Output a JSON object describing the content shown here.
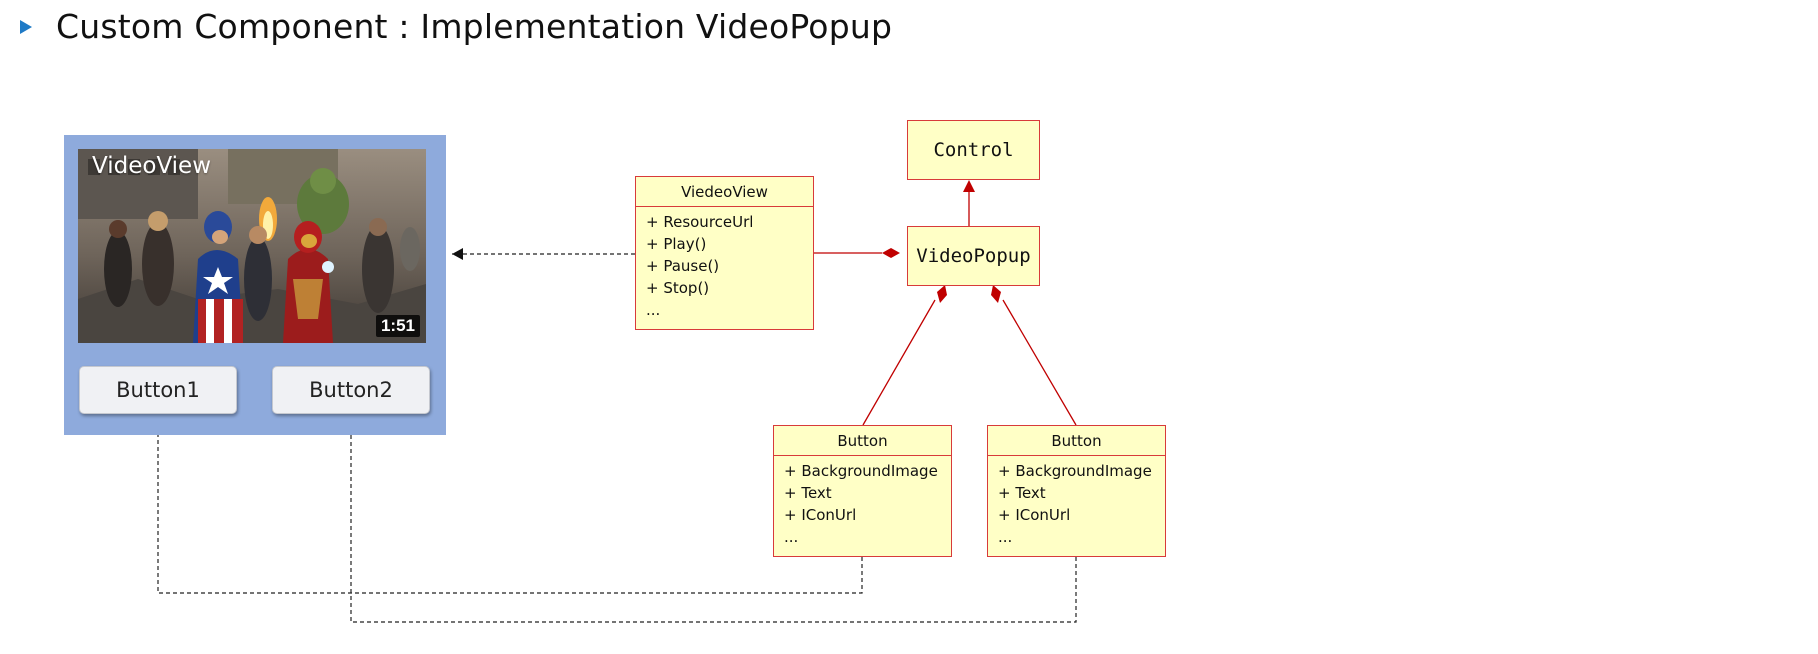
{
  "title": "Custom Component : Implementation VideoPopup",
  "mockup": {
    "video_label": "VideoView",
    "video_duration": "1:51",
    "button1_label": "Button1",
    "button2_label": "Button2"
  },
  "classes": {
    "control": {
      "name": "Control"
    },
    "video_popup": {
      "name": "VideoPopup"
    },
    "viedeo_view": {
      "name": "ViedeoView",
      "attributes": [
        "+ ResourceUrl",
        "+ Play()",
        "+ Pause()",
        "+ Stop()",
        "..."
      ]
    },
    "button_left": {
      "name": "Button",
      "attributes": [
        "+ BackgroundImage",
        "+ Text",
        "+ IConUrl",
        "..."
      ]
    },
    "button_right": {
      "name": "Button",
      "attributes": [
        "+ BackgroundImage",
        "+ Text",
        "+ IConUrl",
        "..."
      ]
    }
  },
  "colors": {
    "uml_fill": "#ffffc6",
    "uml_border": "#d83a3a",
    "mockup_background": "#8eaadc",
    "bullet": "#1f7ac6"
  }
}
